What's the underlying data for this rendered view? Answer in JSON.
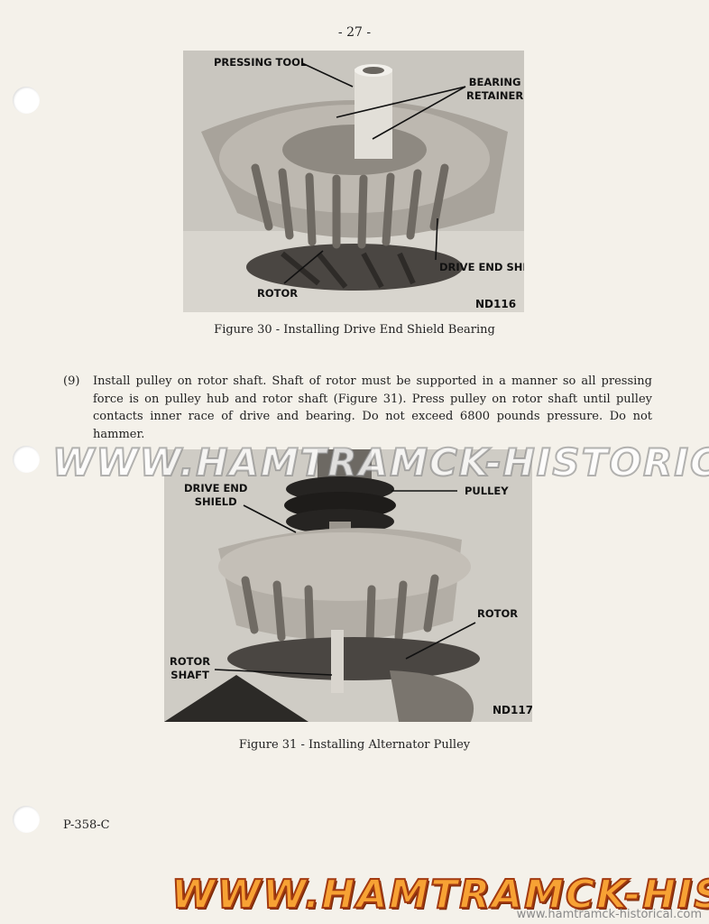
{
  "page_number": "- 27 -",
  "figure30": {
    "callouts": {
      "pressing_tool": "PRESSING TOOL",
      "bearing_retainer": "BEARING\nRETAINER",
      "drive_end_shield": "DRIVE END SHIELD",
      "rotor": "ROTOR"
    },
    "code": "ND116",
    "caption": "Figure 30 - Installing Drive End Shield Bearing"
  },
  "step": {
    "number": "(9)",
    "text": "Install pulley on rotor shaft. Shaft of rotor must be supported in a manner so all pressing force is on pulley hub and rotor shaft (Figure 31). Press pulley on rotor shaft until pulley contacts inner race of drive and bearing. Do not exceed 6800 pounds pressure. Do not hammer."
  },
  "figure31": {
    "callouts": {
      "drive_end_shield": "DRIVE END\nSHIELD",
      "pulley": "PULLEY",
      "rotor": "ROTOR",
      "rotor_shaft": "ROTOR\nSHAFT"
    },
    "code": "ND117",
    "caption": "Figure 31 - Installing Alternator Pulley"
  },
  "form_code": "P-358-C",
  "watermarks": {
    "middle": "WWW.HAMTRAMCK-HISTORICAL.COM",
    "bottom": "WWW.HAMTRAMCK-HISTORICAL.COM",
    "corner": "www.hamtramck-historical.com"
  }
}
